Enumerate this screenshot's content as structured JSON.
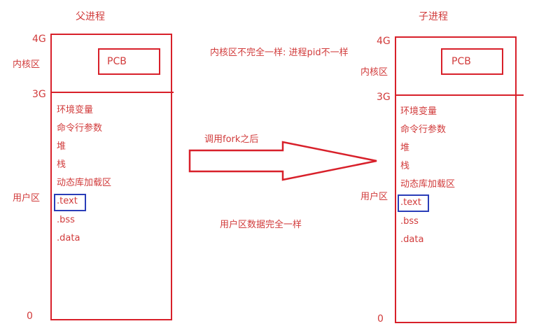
{
  "parent": {
    "title": "父进程",
    "label_4g": "4G",
    "label_3g": "3G",
    "label_0": "0",
    "kernel_area": "内核区",
    "user_area": "用户区",
    "pcb": "PCB",
    "segments": [
      "环境变量",
      "命令行参数",
      "堆",
      "栈",
      "动态库加载区",
      ".text",
      ".bss",
      ".data"
    ]
  },
  "child": {
    "title": "子进程",
    "label_4g": "4G",
    "label_3g": "3G",
    "label_0": "0",
    "kernel_area": "内核区",
    "user_area": "用户区",
    "pcb": "PCB",
    "segments": [
      "环境变量",
      "命令行参数",
      "堆",
      "栈",
      "动态库加载区",
      ".text",
      ".bss",
      ".data"
    ]
  },
  "annotations": {
    "kernel_diff": "内核区不完全一样: 进程pid不一样",
    "after_fork": "调用fork之后",
    "user_same": "用户区数据完全一样"
  },
  "colors": {
    "red": "#d8202a",
    "text_red": "#d13b3b",
    "blue": "#2a3db8"
  }
}
